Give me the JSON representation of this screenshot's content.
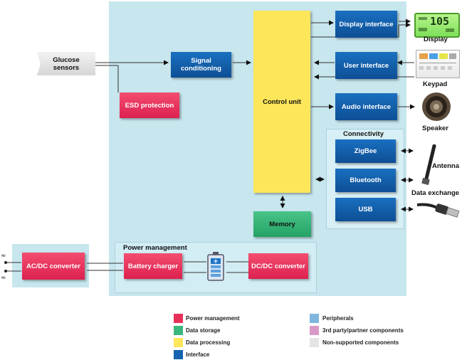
{
  "blocks": {
    "glucose_sensors": "Glucose sensors",
    "signal_conditioning": "Signal conditioning",
    "esd_protection": "ESD protection",
    "control_unit": "Control unit",
    "memory": "Memory",
    "display_interface": "Display interface",
    "user_interface": "User interface",
    "audio_interface": "Audio interface",
    "zigbee": "ZigBee",
    "bluetooth": "Bluetooth",
    "usb": "USB",
    "acdc_converter": "AC/DC converter",
    "battery_charger": "Battery charger",
    "dcdc_converter": "DC/DC converter"
  },
  "groups": {
    "connectivity": "Connectivity",
    "power_management": "Power management"
  },
  "peripherals": {
    "display": "Display",
    "keypad": "Keypad",
    "speaker": "Speaker",
    "antenna": "Antenna",
    "data_exchange": "Data exchange",
    "display_reading": "105"
  },
  "legend": [
    {
      "label": "Power management",
      "color": "#e8305a"
    },
    {
      "label": "Data storage",
      "color": "#3bb67c"
    },
    {
      "label": "Data processing",
      "color": "#fde65a"
    },
    {
      "label": "Interface",
      "color": "#1663b0"
    },
    {
      "label": "Peripherals",
      "color": "#7fb6dc"
    },
    {
      "label": "3rd party/partner components",
      "color": "#d99ac7"
    },
    {
      "label": "Non-supported components",
      "color": "#e4e4e4"
    }
  ]
}
